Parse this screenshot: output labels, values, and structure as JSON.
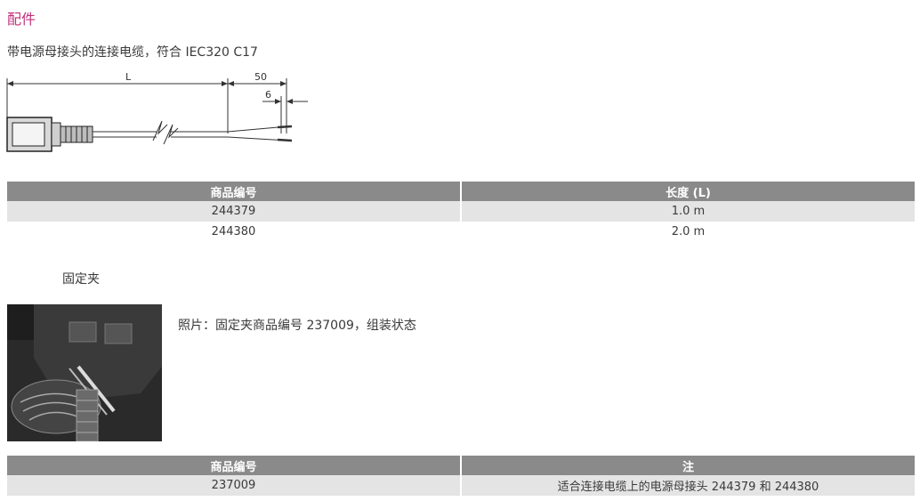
{
  "section_title": "配件",
  "cable": {
    "description": "带电源母接头的连接电缆，符合 IEC320 C17",
    "dim_L": "L",
    "dim_50": "50",
    "dim_6": "6"
  },
  "cable_table": {
    "headers": [
      "商品编号",
      "长度 (L)"
    ],
    "rows": [
      [
        "244379",
        "1.0 m"
      ],
      [
        "244380",
        "2.0 m"
      ]
    ]
  },
  "clip": {
    "title": "固定夹",
    "caption": "照片：固定夹商品编号 237009，组装状态"
  },
  "clip_table": {
    "headers": [
      "商品编号",
      "注"
    ],
    "rows": [
      [
        "237009",
        "适合连接电缆上的电源母接头 244379 和 244380"
      ]
    ]
  },
  "colors": {
    "accent": "#c0307a",
    "header_bg": "#8a8a8a",
    "row_shade": "#e4e4e4"
  }
}
